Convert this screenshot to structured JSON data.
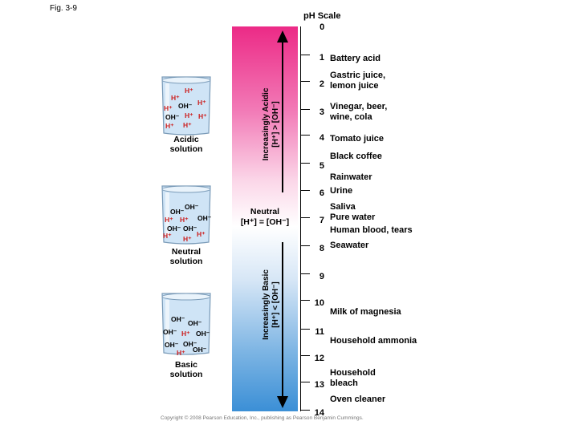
{
  "figure_label": "Fig. 3-9",
  "scale": {
    "title_line1": "pH Scale",
    "title_line2": "0",
    "numbers": [
      "1",
      "2",
      "3",
      "4",
      "5",
      "6",
      "7",
      "8",
      "9",
      "10",
      "11",
      "12",
      "13",
      "14"
    ],
    "items": [
      {
        "lines": [
          "Battery acid"
        ]
      },
      {
        "lines": [
          "Gastric juice,",
          "lemon juice"
        ]
      },
      {
        "lines": [
          "Vinegar, beer,",
          "wine, cola"
        ]
      },
      {
        "lines": [
          "Tomato juice"
        ]
      },
      {
        "lines": [
          "Black coffee"
        ]
      },
      {
        "lines": [
          "Rainwater"
        ]
      },
      {
        "lines": [
          "Urine"
        ]
      },
      {
        "lines": [
          "Saliva"
        ]
      },
      {
        "lines": [
          "Pure water"
        ]
      },
      {
        "lines": [
          "Human blood, tears"
        ]
      },
      {
        "lines": [
          "Seawater"
        ]
      },
      {
        "lines": [
          "Milk of magnesia"
        ]
      },
      {
        "lines": [
          "Household ammonia"
        ]
      },
      {
        "lines": [
          "Household",
          "bleach"
        ]
      },
      {
        "lines": [
          "Oven cleaner"
        ]
      }
    ]
  },
  "acidic_arrow": {
    "line1": "Increasingly Acidic",
    "line2": "[H⁺] > [OH⁻]"
  },
  "basic_arrow": {
    "line1": "Increasingly Basic",
    "line2": "[H⁺] < [OH⁻]"
  },
  "neutral": {
    "line1": "Neutral",
    "line2": "[H⁺] = [OH⁻]"
  },
  "solutions": {
    "acidic": {
      "label_line1": "Acidic",
      "label_line2": "solution"
    },
    "neutral": {
      "label_line1": "Neutral",
      "label_line2": "solution"
    },
    "basic": {
      "label_line1": "Basic",
      "label_line2": "solution"
    }
  },
  "ions": {
    "h": "H⁺",
    "oh": "OH⁻"
  },
  "colors": {
    "acid": "#ec2a86",
    "base": "#3b8fd6",
    "ion_h": "#cc1f1f",
    "ion_oh": "#000000",
    "beaker_water": "#cfe4f6"
  },
  "copyright": "Copyright © 2008 Pearson Education, Inc., publishing as Pearson Benjamin Cummings."
}
